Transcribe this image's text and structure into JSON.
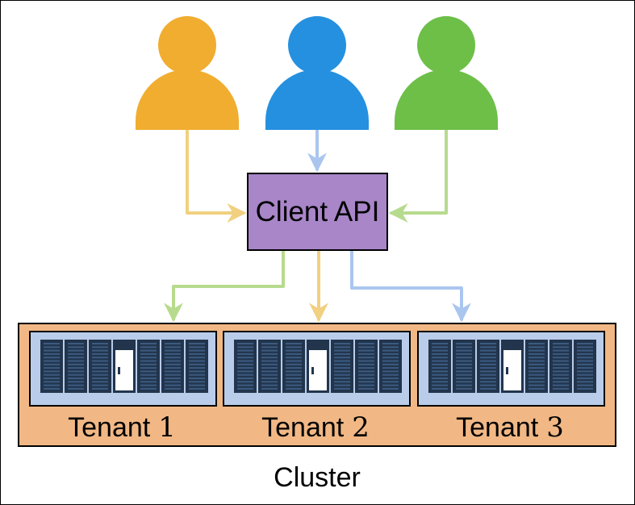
{
  "api": {
    "label": "Client API",
    "fill": "#a886c8"
  },
  "users": [
    {
      "name": "user-orange",
      "color": "#f0ad30",
      "arrow": "#f1d080"
    },
    {
      "name": "user-blue",
      "color": "#2590e0",
      "arrow": "#aac6ef"
    },
    {
      "name": "user-green",
      "color": "#6dbf48",
      "arrow": "#b7db8e"
    }
  ],
  "cluster": {
    "label": "Cluster",
    "fill": "#f1b885"
  },
  "tenants": [
    {
      "label": "Tenant",
      "number": "1",
      "arrow": "#b7db8e"
    },
    {
      "label": "Tenant",
      "number": "2",
      "arrow": "#f1d080"
    },
    {
      "label": "Tenant",
      "number": "3",
      "arrow": "#aac6ef"
    }
  ],
  "colors": {
    "tenant_panel": "#b9cdea",
    "rack_dark": "#22354d",
    "rack_slot": "#3c5b80",
    "door": "#ffffff"
  }
}
